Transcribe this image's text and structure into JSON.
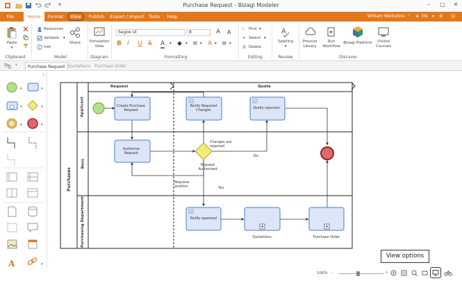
{
  "window": {
    "title": "Purchase Request - Bizagi Modeler"
  },
  "menu": {
    "tabs": [
      "File",
      "Home",
      "Format",
      "View",
      "Publish",
      "Export / Import",
      "Tools",
      "Help"
    ],
    "user": "William Workshire",
    "language": "EN"
  },
  "ribbon": {
    "clipboard": {
      "label": "Clipboard",
      "paste": "Paste"
    },
    "model": {
      "label": "Model",
      "resources": "Resources",
      "validate": "Validate",
      "info": "Info",
      "share": "Share"
    },
    "diagram": {
      "label": "Diagram",
      "simulation_view": "Simulation View"
    },
    "formatting": {
      "label": "Formatting",
      "font": "Segoe UI",
      "size": "8"
    },
    "editing": {
      "label": "Editing",
      "find": "Find",
      "select": "Select",
      "delete": "Delete"
    },
    "review": {
      "label": "Review",
      "spelling": "Spelling"
    },
    "discover": {
      "label": "Discover",
      "process_library": "Process Library",
      "run_workflow": "Run Workflow",
      "bizagi_platform": "Bizagi Platform",
      "online_courses": "Online Courses"
    }
  },
  "doc_tabs": [
    "Purchase Request",
    "Quotations",
    "Purchase Order"
  ],
  "diagram": {
    "pool": "Purchases",
    "lanes": [
      "Applicant",
      "Boss",
      "Purchasing Department"
    ],
    "phases": [
      "Request",
      "Quote"
    ],
    "tasks": {
      "create": "Create Purchase Request",
      "authorize": "Authorize Request",
      "notify_changes": "Notify Required Changes",
      "notify_rejection": "Notify rejection",
      "notify_approval": "Notify approval",
      "quotations": "Quotations",
      "purchase_order": "Purchase Order"
    },
    "labels": {
      "changes_required": "Changes are required",
      "request_authorized": "Request Authorized",
      "requires_another": "Requires another",
      "no": "No",
      "yes": "Yes"
    }
  },
  "status": {
    "zoom": "100%"
  },
  "callout": {
    "text": "View options"
  },
  "colors": {
    "accent": "#e2781c",
    "task_fill": "#dce6f8",
    "task_border": "#4a7ec7",
    "start": "#b4e089",
    "end": "#e06a6a",
    "gateway": "#f3ec7a"
  }
}
